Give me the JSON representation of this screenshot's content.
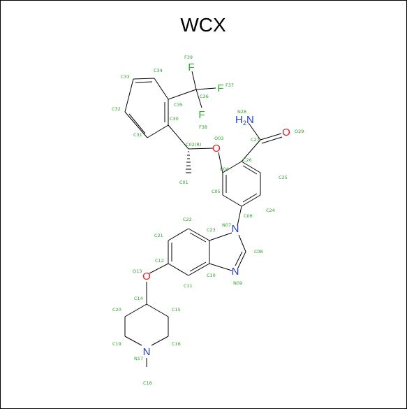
{
  "title": "WCX",
  "colors": {
    "label": "#2ca02c",
    "bond": "#000000",
    "nitrogen": "#1f3fbf",
    "oxygen": "#e8171d",
    "fluorine": "#2bb12b",
    "frame": "#000000"
  },
  "elements": {
    "N17": "N",
    "N07": "N",
    "N09": "N",
    "O13": "O",
    "O03": "O",
    "O29": "O",
    "N28_H": "H",
    "N28_sub": "2",
    "N28_N": "N",
    "F39": "F",
    "F37": "F",
    "F38": "F"
  },
  "labels": {
    "C18": "C18",
    "N17": "N17",
    "C19": "C19",
    "C16": "C16",
    "C20": "C20",
    "C15": "C15",
    "C14": "C14",
    "O13": "O13",
    "C12": "C12",
    "C11": "C11",
    "C21": "C21",
    "C22": "C22",
    "C23": "C23",
    "C10": "C10",
    "N09": "N09",
    "C08": "C08",
    "N07": "N07",
    "C06": "C06",
    "C05": "C05",
    "C04": "C04",
    "O03": "O03",
    "C02": "C02(R)",
    "C01": "C01",
    "C24": "C24",
    "C25": "C25",
    "C26": "C26",
    "C27": "C27",
    "O29": "O29",
    "N28": "N28",
    "C30": "C30",
    "C31": "C31",
    "C32": "C32",
    "C33": "C33",
    "C34": "C34",
    "C35": "C35",
    "C36": "C36",
    "F37": "F37",
    "F38": "F38",
    "F39": "F39"
  }
}
